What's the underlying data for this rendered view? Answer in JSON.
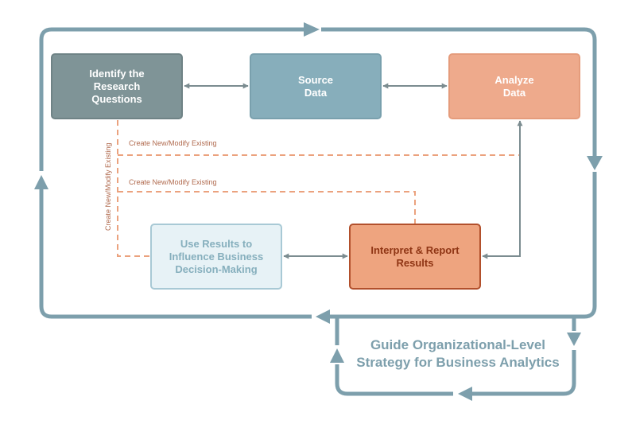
{
  "nodes": {
    "identify": {
      "line1": "Identify the",
      "line2": "Research",
      "line3": "Questions"
    },
    "source": {
      "line1": "Source",
      "line2": "Data"
    },
    "analyze": {
      "line1": "Analyze",
      "line2": "Data"
    },
    "use_results": {
      "line1": "Use Results to",
      "line2": "Influence Business",
      "line3": "Decision-Making"
    },
    "interpret": {
      "line1": "Interpret & Report",
      "line2": "Results"
    }
  },
  "dashed_labels": {
    "upper": "Create New/Modify Existing",
    "lower": "Create New/Modify Existing",
    "vertical": "Create New/Modify Existing"
  },
  "strategy": {
    "line1": "Guide Organizational-Level",
    "line2": "Strategy for Business Analytics"
  },
  "colors": {
    "loop_arrow": "#7d9fac",
    "connector": "#7b8c90",
    "dashed": "#eba27e"
  }
}
